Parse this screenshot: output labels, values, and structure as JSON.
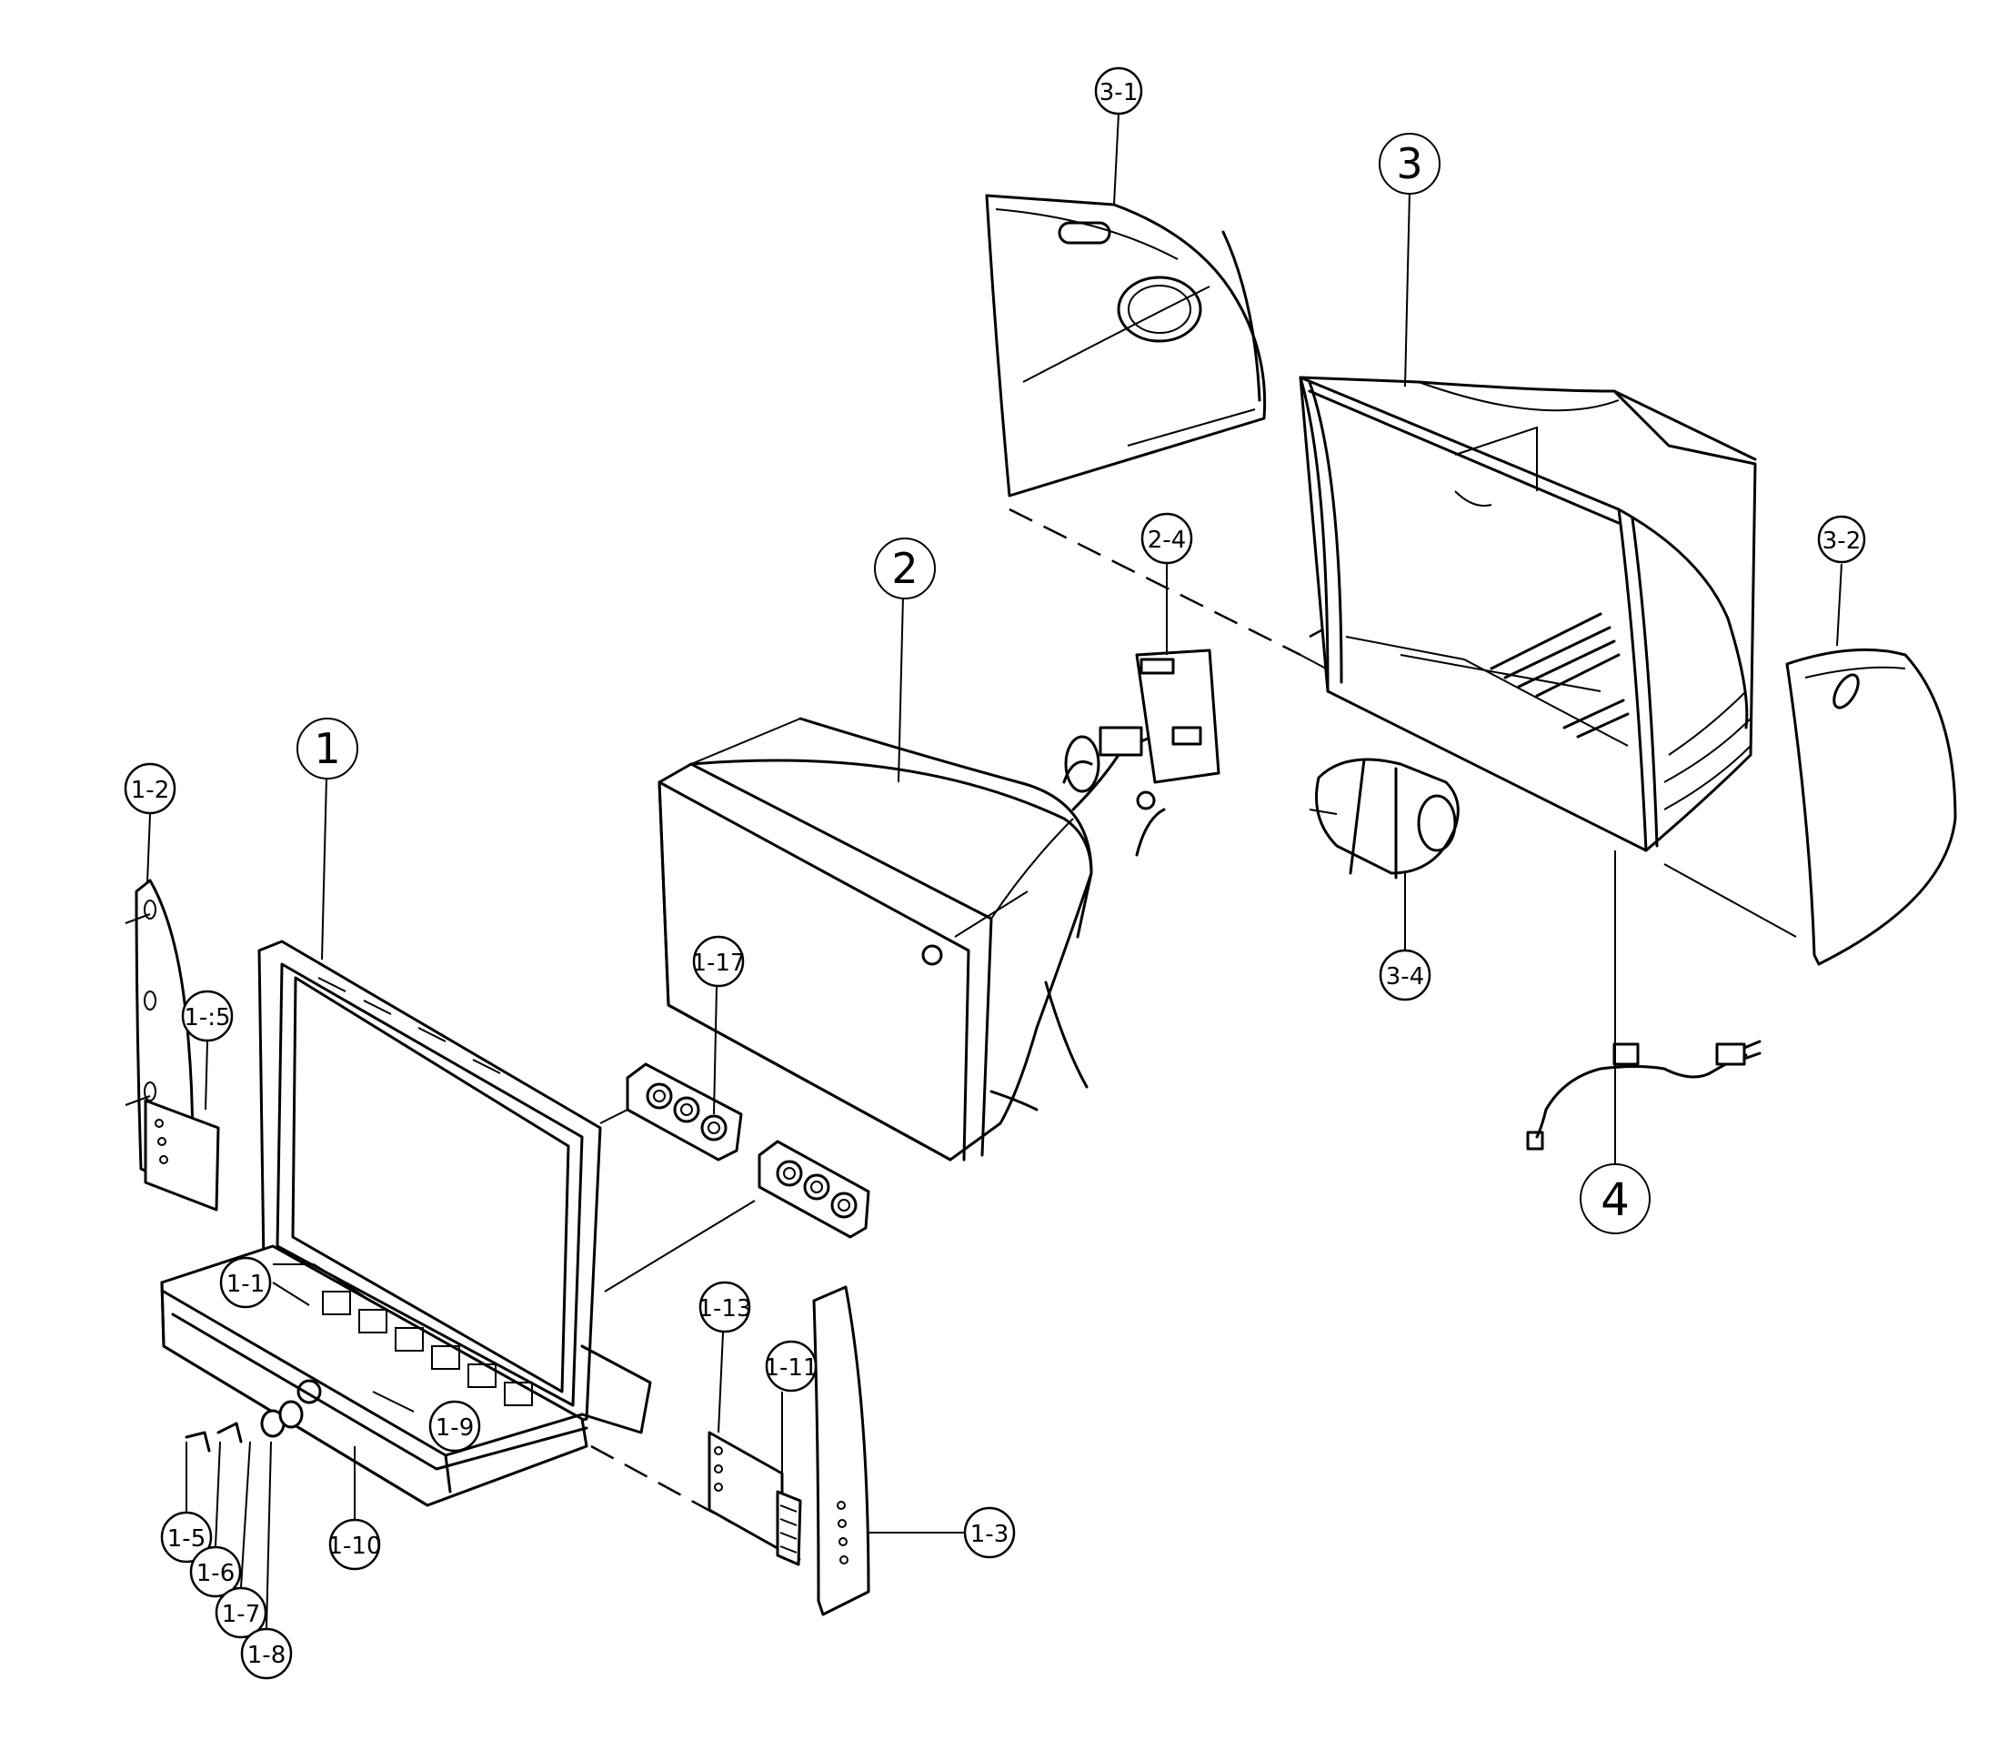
{
  "callouts": {
    "c1": "1",
    "c1_1": "1-1",
    "c1_2": "1-2",
    "c1_3": "1-3",
    "c1_5": "1-5",
    "c1_6": "1-6",
    "c1_7": "1-7",
    "c1_8": "1-8",
    "c1_9": "1-9",
    "c1_10": "1-10",
    "c1_11": "1-11",
    "c1_13": "1-13",
    "c1_15": "1-:5",
    "c1_17": "1-17",
    "c2": "2",
    "c2_4": "2-4",
    "c3": "3",
    "c3_1": "3-1",
    "c3_2": "3-2",
    "c3_4": "3-4",
    "c4": "4"
  }
}
